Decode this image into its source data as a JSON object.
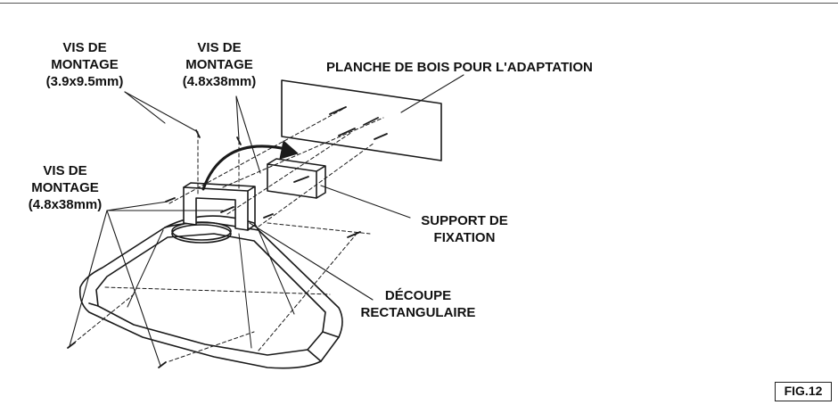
{
  "labels": {
    "screws_top_left": {
      "line1": "VIS DE",
      "line2": "MONTAGE",
      "line3": "(3.9x9.5mm)"
    },
    "screws_top_center": {
      "line1": "VIS DE",
      "line2": "MONTAGE",
      "line3": "(4.8x38mm)"
    },
    "screws_left": {
      "line1": "VIS DE",
      "line2": "MONTAGE",
      "line3": "(4.8x38mm)"
    },
    "wood_board": "PLANCHE DE BOIS POUR L'ADAPTATION",
    "support": {
      "line1": "SUPPORT DE",
      "line2": "FIXATION"
    },
    "cutout": {
      "line1": "DÉCOUPE",
      "line2": "RECTANGULAIRE"
    }
  },
  "figure_tag": "FIG.12"
}
